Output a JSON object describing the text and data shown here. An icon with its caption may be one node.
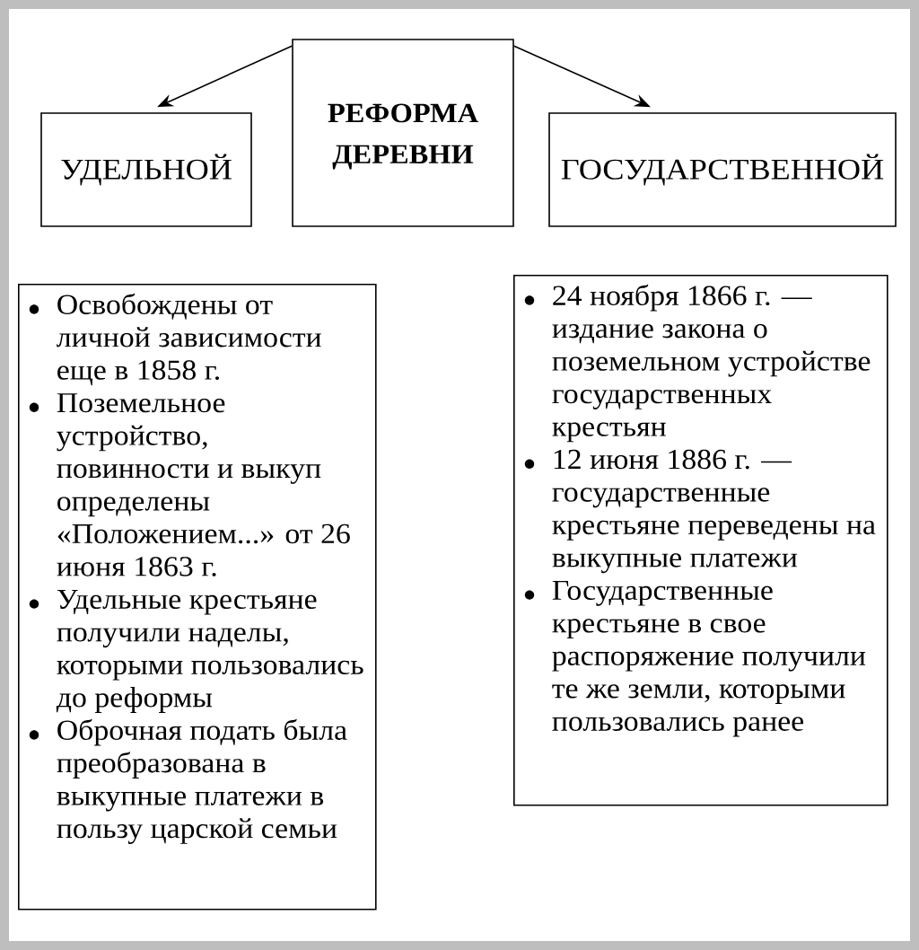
{
  "diagram": {
    "nodes": [
      {
        "text": [
          "РЕФОРМА ДЕРЕВНИ"
        ]
      },
      {
        "text": [
          "УДЕЛЬНОЙ"
        ]
      },
      {
        "text": [
          "ГОСУДАРСТВЕННОЙ"
        ]
      },
      {
        "text": [
          "Освобождены от личной зависимости еще в 1858 г.",
          "Поземельное устройство, повинности и выкуп определены «Положением...» от 26 июня 1863 г.",
          "Удельные крестьяне получили наделы, которыми пользовались до реформы",
          "Оброчная подать была преобразована в выкупные платежи в пользу царской семьи"
        ]
      },
      {
        "text": [
          "24 ноября 1866 г. — издание закона о поземельном устройстве государственных крестьян",
          "12 июня 1886 г. — государственные крестьяне переведены на выкупные платежи",
          "Государственные крестьяне в свое распоряжение получили те же земли, которыми пользовались ранее"
        ]
      }
    ],
    "edges": [
      {
        "from": 0,
        "to": 1,
        "arrow": "to"
      },
      {
        "from": 0,
        "to": 2,
        "arrow": "to"
      }
    ]
  }
}
